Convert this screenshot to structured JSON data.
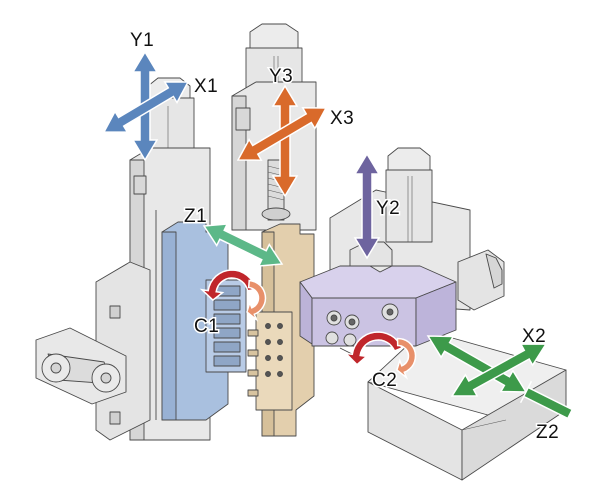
{
  "diagram": {
    "title": "Multi-axis machine tool axis layout",
    "colors": {
      "background": "#ffffff",
      "machine_body": "#e6e6e6",
      "machine_body_light": "#efefef",
      "machine_body_dark": "#d2d2d2",
      "outline": "#4a4a4a",
      "head1_blue": "#a9c0df",
      "head3_beige": "#e3cfad",
      "head2_purple": "#cbc3e3",
      "axis_group1": "#5b86bd",
      "axis_group3": "#d96a2b",
      "axis_y2": "#6e649f",
      "axis_z1": "#5cb888",
      "axis_group2": "#3d9a4a",
      "rotation_primary": "#c0262b",
      "rotation_secondary": "#e8906a"
    },
    "axes": [
      {
        "id": "Y1",
        "label": "Y1",
        "type": "linear",
        "group": "unit-1"
      },
      {
        "id": "X1",
        "label": "X1",
        "type": "linear",
        "group": "unit-1"
      },
      {
        "id": "Z1",
        "label": "Z1",
        "type": "linear",
        "group": "unit-1"
      },
      {
        "id": "C1",
        "label": "C1",
        "type": "rotary",
        "group": "unit-1"
      },
      {
        "id": "Y3",
        "label": "Y3",
        "type": "linear",
        "group": "unit-3"
      },
      {
        "id": "X3",
        "label": "X3",
        "type": "linear",
        "group": "unit-3"
      },
      {
        "id": "Y2",
        "label": "Y2",
        "type": "linear",
        "group": "unit-2"
      },
      {
        "id": "X2",
        "label": "X2",
        "type": "linear",
        "group": "unit-2"
      },
      {
        "id": "Z2",
        "label": "Z2",
        "type": "linear",
        "group": "unit-2"
      },
      {
        "id": "C2",
        "label": "C2",
        "type": "rotary",
        "group": "unit-2"
      }
    ],
    "labels": {
      "y1": "Y1",
      "x1": "X1",
      "z1": "Z1",
      "c1": "C1",
      "y3": "Y3",
      "x3": "X3",
      "y2": "Y2",
      "x2": "X2",
      "z2": "Z2",
      "c2": "C2"
    }
  }
}
